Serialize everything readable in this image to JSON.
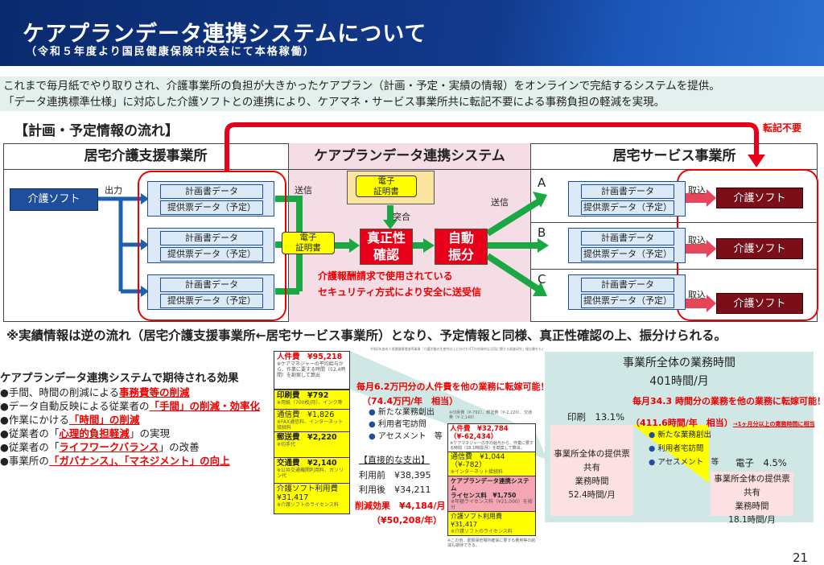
{
  "header": {
    "title": "ケアプランデータ連携システムについて",
    "subtitle": "（令和５年度より国民健康保険中央会にて本格稼働）"
  },
  "intro": [
    "これまで毎月紙でやり取りされ、介護事業所の負担が大きかったケアプラン（計画・予定・実績の情報）をオンラインで完結するシステムを提供。",
    "「データ連携標準仕様」に対応した介護ソフトとの連携により、ケアマネ・サービス事業所共に転記不要による事務負担の軽減を実現。"
  ],
  "flow": {
    "section_title": "【計画・予定情報の流れ】",
    "no_transcription": "転記不要",
    "col_left": "居宅介護支援事業所",
    "col_mid": "ケアプランデータ連携システム",
    "col_right": "居宅サービス事業所",
    "soft": "介護ソフト",
    "output": "出力",
    "send": "送信",
    "plan": "計画書データ",
    "ticket": "提供票データ（予定）",
    "cert": "電子\n証明書",
    "match": "突合",
    "auth": "真正性\n確認",
    "dist": "自動\n振分",
    "security1": "介護報酬請求で使用されている",
    "security2": "セキュリティ方式により安全に送受信",
    "letters": [
      "A",
      "B",
      "C"
    ],
    "import": "取込"
  },
  "note": "※実績情報は逆の流れ（居宅介護支援事業所←居宅サービス事業所）となり、予定情報と同様、真正性確認の上、振分けられる。",
  "effects": {
    "heading": "ケアプランデータ連携システムで期待される効果",
    "items": [
      [
        "●手間、時間の削減による",
        "事務費等の削減",
        ""
      ],
      [
        "●データ自動反映による従業者の",
        "「手間」の削減・効率化",
        ""
      ],
      [
        "●作業にかける",
        "「時間」の削減",
        ""
      ],
      [
        "●従業者の「",
        "心理的負担軽減",
        "」の実現"
      ],
      [
        "●従業者の「",
        "ライフワークバランス",
        "」の改善"
      ],
      [
        "●事業所の",
        "「ガバナンス」、「マネジメント」の向上",
        ""
      ]
    ]
  },
  "cost": {
    "source": "令和2年度老人保健健康増進等事業「介護労働の生産性向上に向けたICTの効果的な活用に関する調査研究」報告書をもとに試算",
    "labor_before": "人件費　¥95,218",
    "labor_before_note": "※ケアマネジャーの平均給与から、作業に要する時間（52.4時間）を勘案して算出",
    "print": "印刷費　¥792",
    "print_note": "※用紙（700枚/月）、インク等",
    "comm": "通信費　¥1,826",
    "comm_note": "※FAX通信料、インターネット接続料",
    "post": "郵送費　¥2,220",
    "post_note": "※切手代",
    "trans": "交通費　¥2,140",
    "trans_note": "※公共交通機関利用料、ガソリン代",
    "soft": "介護ソフト利用費",
    "soft_val": "¥31,417",
    "soft_note": "※介護ソフトのライセンス料",
    "transfer1": "毎月6.2万円分の人件費を他の業務に転嫁可能！",
    "transfer2": "（74.4万円/年　相当）",
    "bullets": [
      "新たな業務創出",
      "利用者宅訪問",
      "アセスメント　等"
    ],
    "direct": "【直接的な支出】",
    "before": "利用前　¥38,395",
    "after": "利用後　¥34,211",
    "effect": "削減効果　¥4,184/月",
    "effect_year": "（¥50,208/年）",
    "reduced_note": "※印刷費（¥-792）、郵送費（¥-2,220）、交通費（¥-2,140）",
    "labor_after": "人件費　¥32,784（¥-62,434）",
    "labor_after_note": "※ケアマネジャーの平均給与から、作業に要する時間（18.1時間/月）を勘案して算出。",
    "comm_after": "通信費　¥1,044（¥-782）",
    "comm_after_note": "※インターネット接続料",
    "license": "ケアプランデータ連携システム",
    "license2": "ライセンス料　¥1,750",
    "license_note": "※年額ライセンス料（¥21,000）を按分",
    "soft_after": "介護ソフト利用費　¥31,417",
    "soft_after_note": "※介護ソフトのライセンス料",
    "footnote": "※この他、書類保管場所確保に要する費用等の削減も期待できる。"
  },
  "hours": {
    "title": "事業所全体の業務時間",
    "total": "401時間/月",
    "transfer1": "毎月34.3 時間分の業務を他の業務に転嫁可能！",
    "transfer2": "（411.6時間/年　相当）",
    "transfer_note": "→1ヶ月分以上の業務時間に相当",
    "print_label": "印刷　13.1%",
    "print_box": [
      "事業所全体の提供票共有",
      "業務時間",
      "52.4時間/月"
    ],
    "elec_label": "電子　4.5%",
    "elec_box": [
      "事業所全体の提供票共有",
      "業務時間",
      "18.1時間/月"
    ],
    "bullets": [
      "新たな業務創出",
      "利用者宅訪問",
      "アセスメント　等"
    ]
  },
  "page": "21"
}
